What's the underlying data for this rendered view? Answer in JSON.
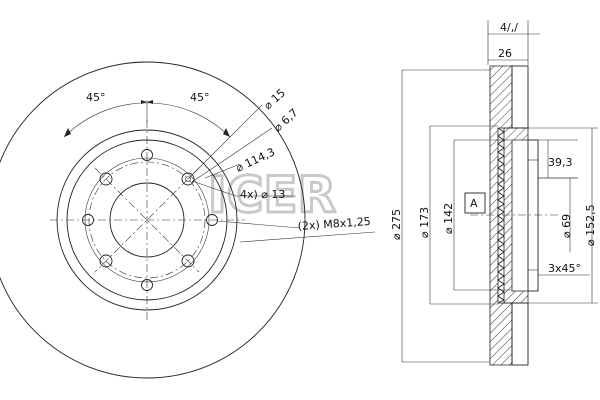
{
  "watermark": "ICER",
  "front_view": {
    "angle_left": "45°",
    "angle_right": "45°",
    "hole_label_1": "⌀ 15",
    "hole_label_2": "⌀ 6,7",
    "pcd_label": "⌀ 114,3",
    "bolt_holes_label": "4x) ⌀ 13",
    "thread_label": "(2x) M8x1,25"
  },
  "side_view": {
    "top_partial": "4/,/",
    "thickness": "26",
    "outer_dia": "⌀ 275",
    "dia_173": "⌀ 173",
    "dia_142": "⌀ 142",
    "section_marker": "A",
    "height_39": "39,3",
    "dia_69": "⌀ 69",
    "dia_152": "⌀ 152,5",
    "chamfer": "3x45°"
  },
  "colors": {
    "line": "#222222",
    "watermark": "#c9c9c9"
  }
}
